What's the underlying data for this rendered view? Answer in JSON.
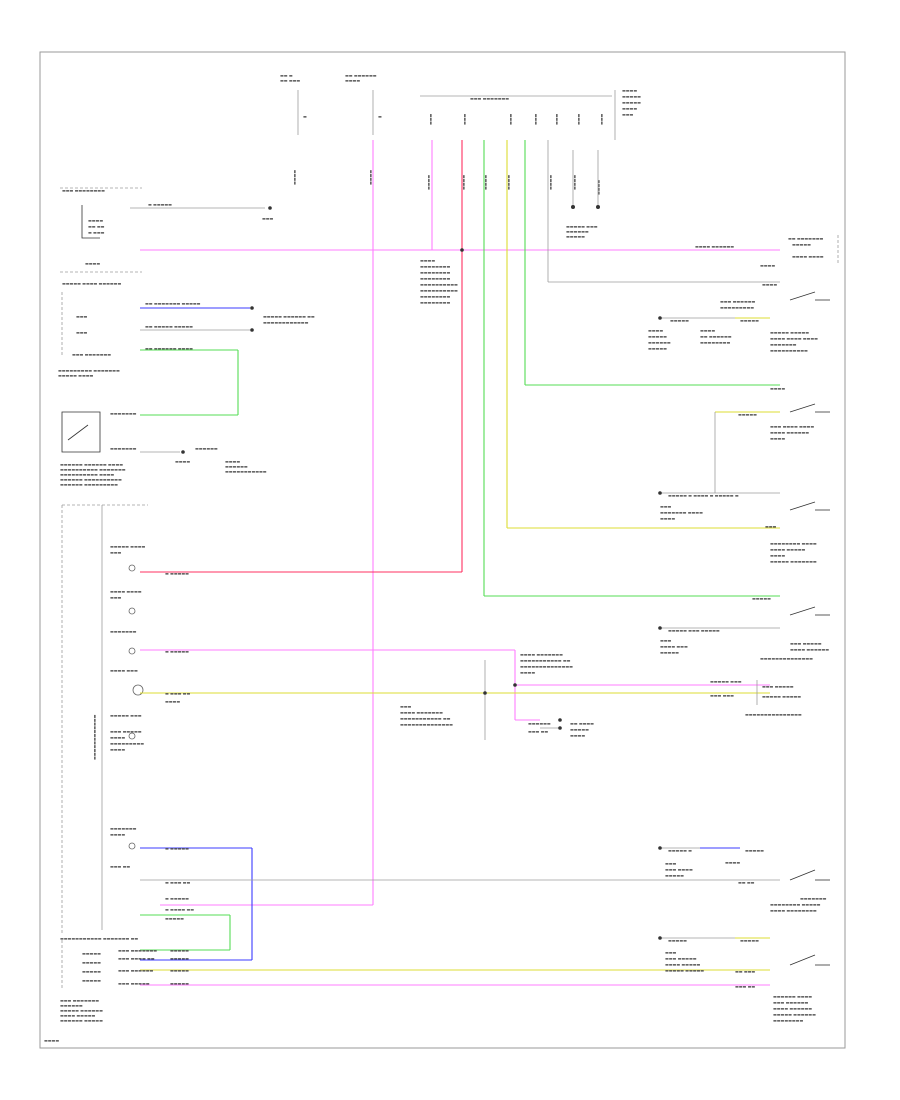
{
  "title": "",
  "footer_code": "",
  "wire_colors": {
    "pink": "#ff7dff",
    "red": "#ff3060",
    "green": "#55dd55",
    "yellow_green": "#dddd33",
    "blue": "#3b3bff",
    "gray": "#9c9c9c",
    "black": "#333333"
  },
  "components": [
    {
      "id": "hot-at-all-times",
      "name": ""
    },
    {
      "id": "hot-in-start-run",
      "name": ""
    },
    {
      "id": "fuse-junction-panel",
      "name": ""
    },
    {
      "id": "passenger-fuse-box",
      "name": ""
    },
    {
      "id": "ignition-switch",
      "name": ""
    },
    {
      "id": "seat-belt-switch",
      "name": ""
    },
    {
      "id": "restraints-control-module",
      "name": ""
    },
    {
      "id": "driver-seat-belt-buckle-switch",
      "name": ""
    },
    {
      "id": "instrument-cluster",
      "name": ""
    },
    {
      "id": "abs-control-module",
      "name": ""
    },
    {
      "id": "door-ajar-switch-lf",
      "name": ""
    },
    {
      "id": "door-ajar-switch-rf",
      "name": ""
    },
    {
      "id": "door-ajar-switch-lr",
      "name": ""
    },
    {
      "id": "door-ajar-switch-rr",
      "name": ""
    },
    {
      "id": "parking-brake-switch",
      "name": ""
    },
    {
      "id": "multifunction-switch",
      "name": ""
    },
    {
      "id": "brake-fluid-level-switch",
      "name": ""
    },
    {
      "id": "4wd-control-module",
      "name": ""
    }
  ]
}
